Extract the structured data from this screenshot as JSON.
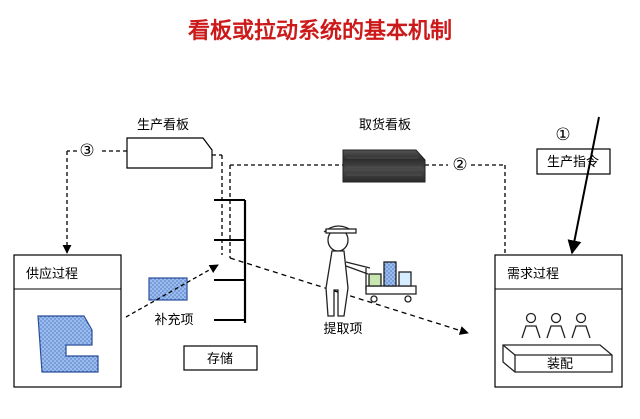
{
  "title": "看板或拉动系统的基本机制",
  "labels": {
    "production_kanban": "生产看板",
    "withdrawal_kanban": "取货看板",
    "production_order": "生产指令",
    "supply_process": "供应过程",
    "demand_process": "需求过程",
    "replenish_item": "补充项",
    "pickup_item": "提取项",
    "storage": "存储",
    "assembly": "装配"
  },
  "markers": {
    "m1": "①",
    "m2": "②",
    "m3": "③"
  },
  "colors": {
    "title": "#cc1a1a",
    "blue_fill": "#8fb2e8",
    "dark_card": "#3a3a3a"
  }
}
